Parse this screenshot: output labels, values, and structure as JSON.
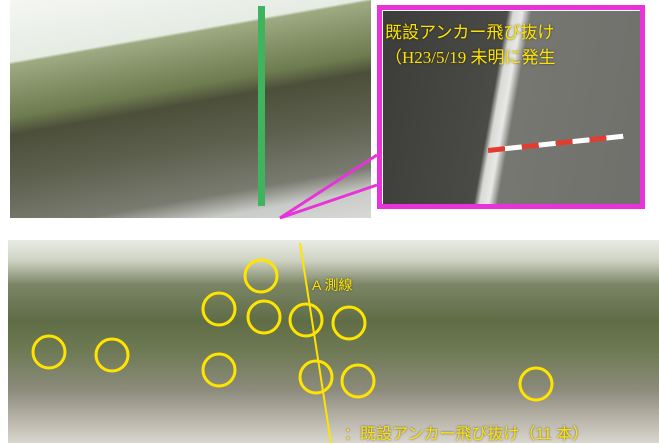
{
  "top_photo": {
    "description_icon": "slope-photo"
  },
  "inset": {
    "caption_line1": "既設アンカー飛び抜け",
    "caption_line2": "（H23/5/19 未明に発生",
    "frame_color": "#e833d9",
    "text_color": "#ffe400"
  },
  "bottom_photo": {
    "survey_line_label": "A 測線",
    "legend_text": "：既設アンカー飛び抜け（11 本）",
    "marker_color": "#ffe400",
    "marker_count": 11
  }
}
